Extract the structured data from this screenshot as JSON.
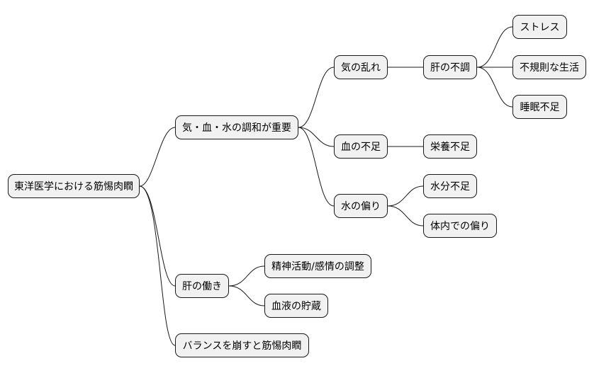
{
  "root": {
    "label": "東洋医学における筋惕肉瞤"
  },
  "branch_balance": {
    "label": "気・血・水の調和が重要",
    "ki_disorder": {
      "label": "気の乱れ"
    },
    "liver_dysfunction": {
      "label": "肝の不調"
    },
    "stress": {
      "label": "ストレス"
    },
    "irregular_life": {
      "label": "不規則な生活"
    },
    "sleep_lack": {
      "label": "睡眠不足"
    },
    "blood_lack": {
      "label": "血の不足"
    },
    "nutrition_lack": {
      "label": "栄養不足"
    },
    "water_bias": {
      "label": "水の偏り"
    },
    "water_lack": {
      "label": "水分不足"
    },
    "body_bias": {
      "label": "体内での偏り"
    }
  },
  "branch_liver": {
    "label": "肝の働き",
    "mental": {
      "label": "精神活動/感情の調整"
    },
    "blood_storage": {
      "label": "血液の貯蔵"
    }
  },
  "branch_collapse": {
    "label": "バランスを崩すと筋惕肉瞤"
  }
}
